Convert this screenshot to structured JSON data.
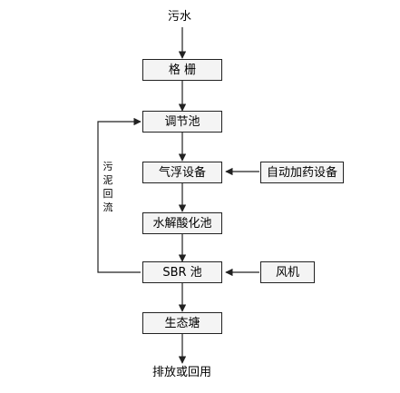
{
  "input_label": "污水",
  "steps": [
    "格 栅",
    "调节池",
    "气浮设备",
    "水解酸化池",
    "SBR 池",
    "生态塘"
  ],
  "side_inputs": [
    "自动加药设备",
    "风机"
  ],
  "output_label": "排放或回用",
  "return_label": [
    "污",
    "泥",
    "回",
    "流"
  ]
}
